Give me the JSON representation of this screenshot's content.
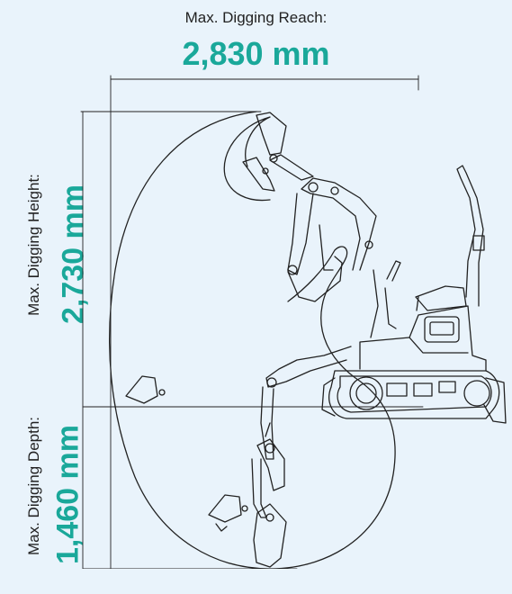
{
  "reach": {
    "label": "Max. Digging Reach:",
    "value": "2,830 mm"
  },
  "height": {
    "label": "Max. Digging Height:",
    "value": "2,730 mm"
  },
  "depth": {
    "label": "Max. Digging Depth:",
    "value": "1,460 mm"
  },
  "colors": {
    "accent": "#1aa89a",
    "background": "#e9f3fb",
    "line": "#222222"
  },
  "icons": [
    "excavator-illustration",
    "bucket-icon"
  ]
}
